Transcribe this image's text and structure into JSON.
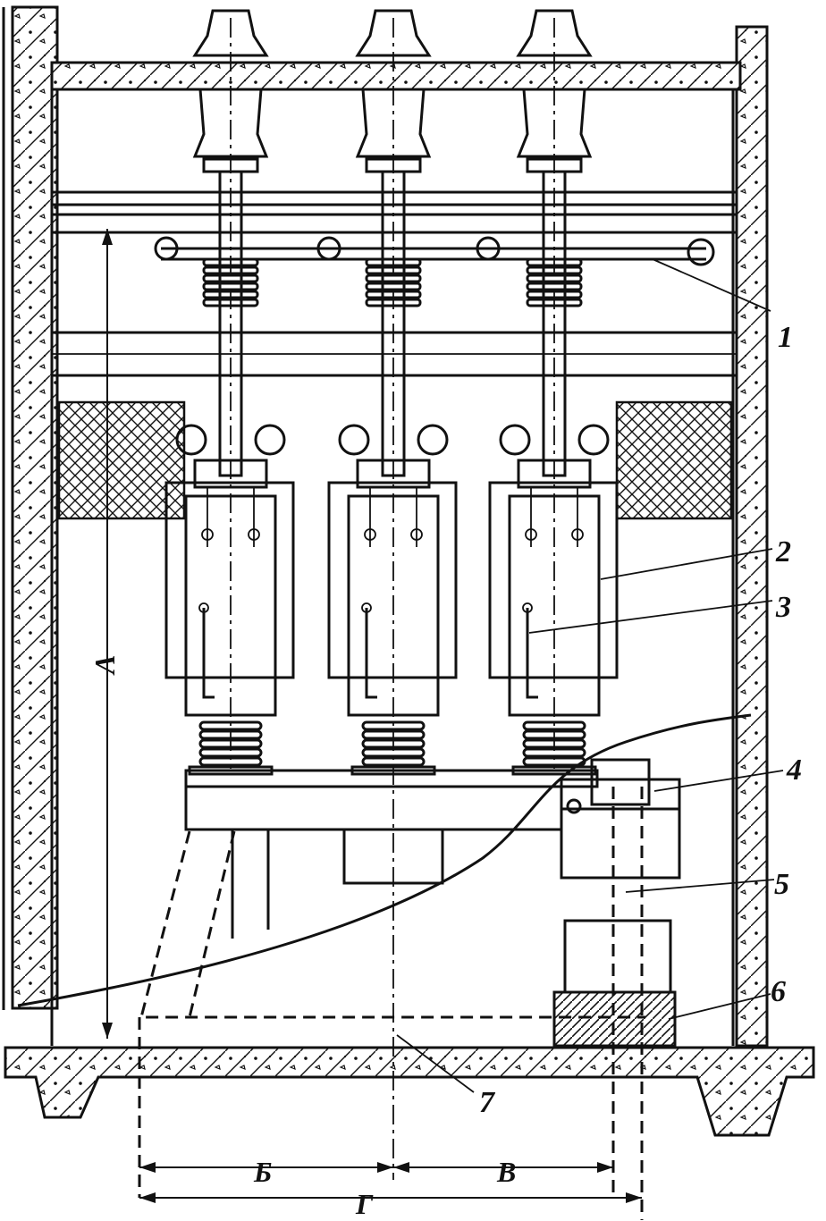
{
  "callouts": [
    {
      "id": "1",
      "text": "1"
    },
    {
      "id": "2",
      "text": "2"
    },
    {
      "id": "3",
      "text": "3"
    },
    {
      "id": "4",
      "text": "4"
    },
    {
      "id": "5",
      "text": "5"
    },
    {
      "id": "6",
      "text": "6"
    },
    {
      "id": "7",
      "text": "7"
    }
  ],
  "dimensions": {
    "height": "A",
    "left_span": "Б",
    "right_span": "В",
    "total_span": "Г"
  },
  "colors": {
    "ink": "#111111",
    "paper": "#ffffff"
  }
}
